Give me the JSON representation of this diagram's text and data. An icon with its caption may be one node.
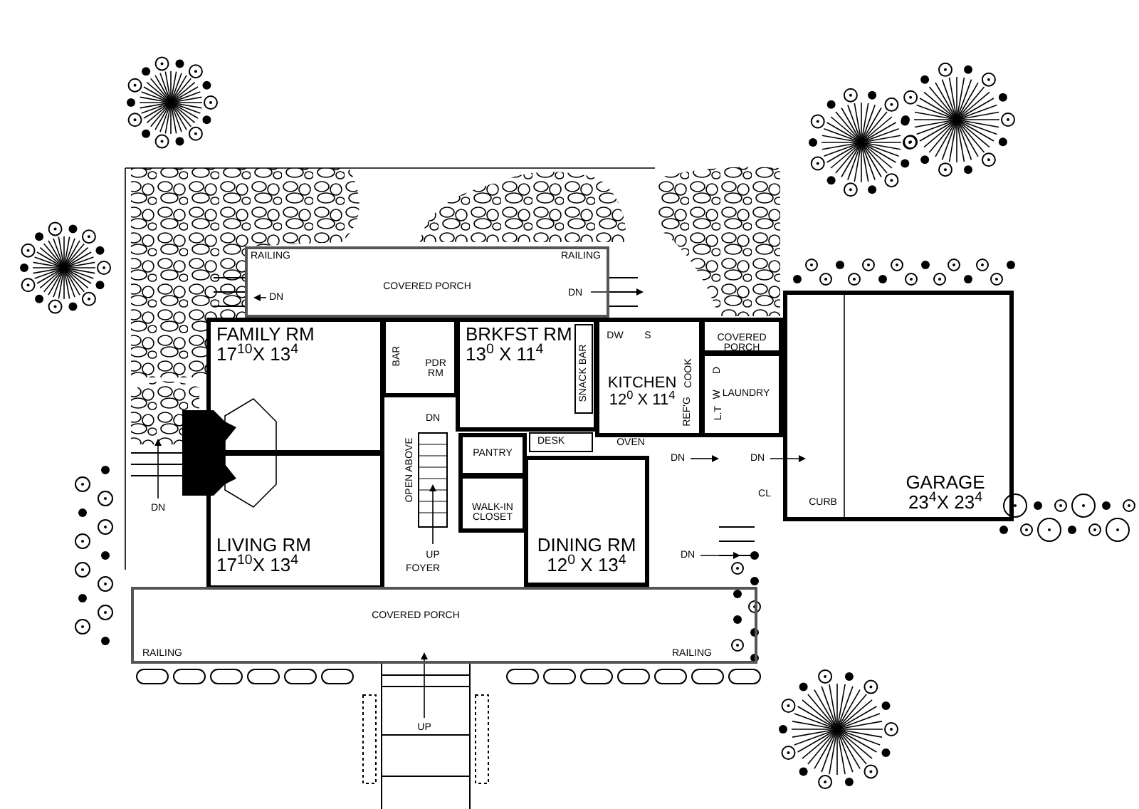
{
  "diagram": {
    "nodes": [
      {
        "text": [
          "COVERED PORCH"
        ]
      },
      {
        "text": [
          "FAMILY RM",
          "17$^{10}$X 13$^{4}$"
        ]
      },
      {
        "text": [
          "PDR RM"
        ]
      },
      {
        "text": [
          "BRKFST RM",
          "13$^{0}$ X 11$^{4}$"
        ]
      },
      {
        "text": [
          "KITCHEN",
          "12$^{0}$ X 11$^{4}$"
        ]
      },
      {
        "text": [
          "COVERED PORCH"
        ]
      },
      {
        "text": [
          "LAUNDRY"
        ]
      },
      {
        "text": [
          "GARAGE",
          "23$^{4}$X 23$^{4}$"
        ]
      },
      {
        "text": [
          "PANTRY"
        ]
      },
      {
        "text": [
          "WALK-IN CLOSET"
        ]
      },
      {
        "text": [
          "LIVING RM",
          "17$^{10}$X 13$^{4}$"
        ]
      },
      {
        "text": [
          "FOYER"
        ]
      },
      {
        "text": [
          "DINING RM",
          "12$^{0}$ X 13$^{4}$"
        ]
      },
      {
        "text": [
          "COVERED PORCH"
        ]
      }
    ],
    "labels": [
      "RAILING",
      "RAILING",
      "DN",
      "DN",
      "DW",
      "S",
      "BAR",
      "SNACK BAR",
      "COOK",
      "D",
      "W",
      "DN",
      "DESK",
      "OVEN",
      "REF'G",
      "L.T",
      "OPEN ABOVE",
      "DN",
      "DN",
      "CL",
      "CURB",
      "DN",
      "UP",
      "DN",
      "RAILING",
      "RAILING",
      "UP"
    ]
  }
}
